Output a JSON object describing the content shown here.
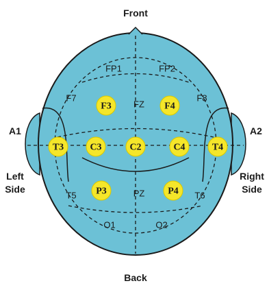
{
  "labels": {
    "front": "Front",
    "back": "Back",
    "a1": "A1",
    "a2": "A2",
    "left_side_line1": "Left",
    "left_side_line2": "Side",
    "right_side_line1": "Right",
    "right_side_line2": "Side"
  },
  "plain_sites": {
    "fp1": "FP1",
    "fp2": "FP2",
    "f7": "F7",
    "f8": "F8",
    "fz": "FZ",
    "pz": "PZ",
    "t5": "T5",
    "t6": "T6",
    "o1": "O1",
    "o2": "O2"
  },
  "highlighted_electrodes": {
    "f3": "F3",
    "f4": "F4",
    "t3": "T3",
    "c3": "C3",
    "c2": "C2",
    "c4": "C4",
    "t4": "T4",
    "p3": "P3",
    "p4": "P4"
  },
  "colors": {
    "head_fill": "#6cc1d6",
    "outline": "#1a1a1a",
    "electrode_fill": "#f5e62a"
  }
}
